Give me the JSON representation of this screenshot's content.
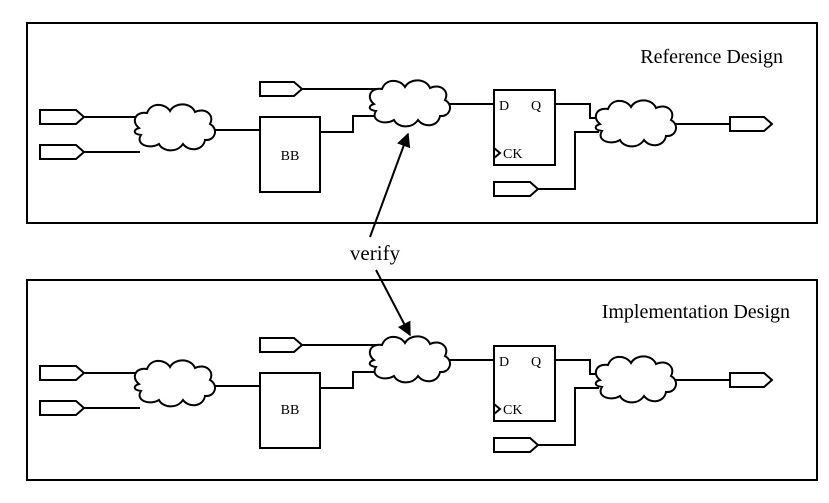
{
  "panels": [
    {
      "title": "Reference Design",
      "blackbox_label": "BB",
      "flipflop": {
        "d": "D",
        "q": "Q",
        "ck": "CK"
      }
    },
    {
      "title": "Implementation Design",
      "blackbox_label": "BB",
      "flipflop": {
        "d": "D",
        "q": "Q",
        "ck": "CK"
      }
    }
  ],
  "verify_label": "verify"
}
